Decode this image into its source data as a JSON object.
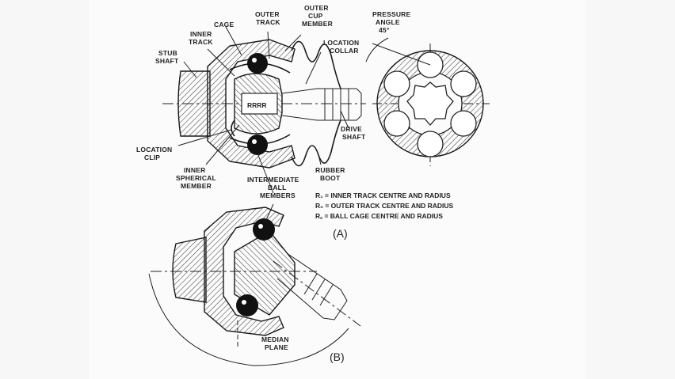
{
  "labels": {
    "cage": "CAGE",
    "outer_track": [
      "OUTER",
      "TRACK"
    ],
    "outer_cup_member": [
      "OUTER",
      "CUP",
      "MEMBER"
    ],
    "inner_track": [
      "INNER",
      "TRACK"
    ],
    "stub_shaft": [
      "STUB",
      "SHAFT"
    ],
    "location_collar": [
      "LOCATION",
      "COLLAR"
    ],
    "pressure_angle": [
      "PRESSURE",
      "ANGLE",
      "45°"
    ],
    "drive_shaft": [
      "DRIVE",
      "SHAFT"
    ],
    "location_clip": [
      "LOCATION",
      "CLIP"
    ],
    "inner_spherical_member": [
      "INNER",
      "SPHERICAL",
      "MEMBER"
    ],
    "rubber_boot": [
      "RUBBER",
      "BOOT"
    ],
    "intermediate_ball_members": [
      "INTERMEDIATE",
      "BALL",
      "MEMBERS"
    ],
    "median_plane": [
      "MEDIAN",
      "PLANE"
    ]
  },
  "legend": [
    "R₁ = INNER TRACK CENTRE AND RADIUS",
    "R₀ = OUTER TRACK CENTRE AND RADIUS",
    "R꜀ = BALL CAGE CENTRE AND RADIUS"
  ],
  "captions": {
    "a": "(A)",
    "b": "(B)"
  }
}
